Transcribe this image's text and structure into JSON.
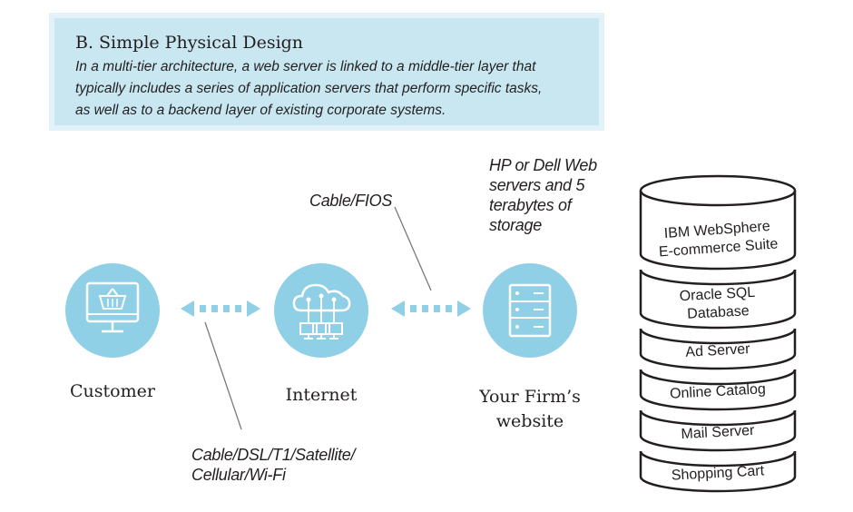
{
  "header": {
    "title": "B. Simple Physical Design",
    "description_lines": [
      "In a multi-tier architecture, a web server is linked to a middle-tier layer that",
      "typically includes a series of application servers that perform specific tasks,",
      "as well as to a backend layer of existing corporate systems."
    ]
  },
  "nodes": {
    "customer": {
      "label": "Customer",
      "icon": "shopping-basket-monitor-icon"
    },
    "internet": {
      "label": "Internet",
      "icon": "cloud-network-icon"
    },
    "website": {
      "label_lines": [
        "Your Firm’s",
        "website"
      ],
      "icon": "server-rack-icon"
    }
  },
  "connection_notes": {
    "cable_fios": "Cable/FIOS",
    "customer_link_lines": [
      "Cable/DSL/T1/Satellite/",
      "Cellular/Wi-Fi"
    ],
    "servers_lines": [
      "HP or Dell Web",
      "servers and 5",
      "terabytes of",
      "storage"
    ]
  },
  "database_layers": [
    [
      "IBM WebSphere",
      "E-commerce Suite"
    ],
    [
      "Oracle SQL",
      "Database"
    ],
    [
      "Ad Server"
    ],
    [
      "Online Catalog"
    ],
    [
      "Mail Server"
    ],
    [
      "Shopping Cart"
    ]
  ],
  "colors": {
    "header_fill": "#c9e7f1",
    "node_fill": "#8fd0e6",
    "arrow": "#8fd0e6",
    "icon_stroke": "#ffffff",
    "line": "#7a7a7a"
  }
}
